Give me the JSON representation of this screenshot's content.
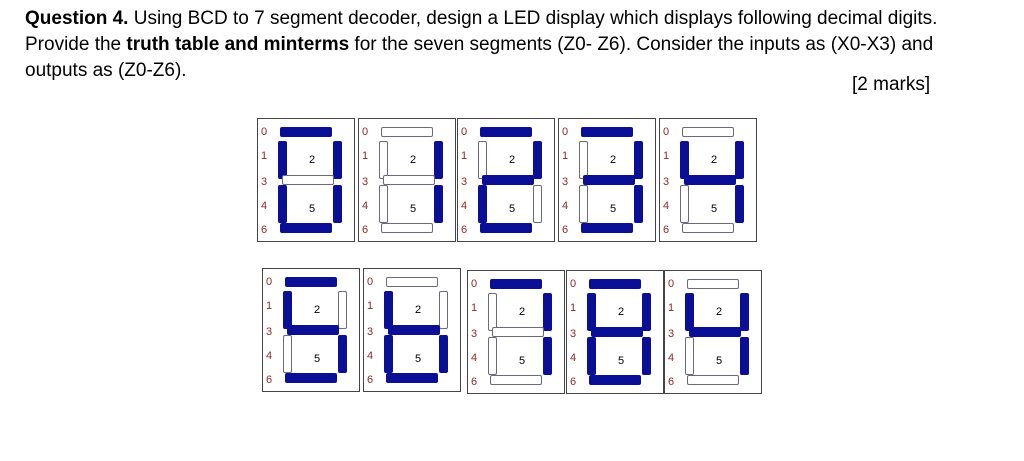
{
  "question": {
    "heading": "Question 4.",
    "line1_rest": " Using BCD to 7 segment decoder, design a LED display which displays following decimal digits.",
    "line2_start": "Provide the ",
    "line2_bold": "truth table and minterms",
    "line2_rest": " for the seven segments (Z0- Z6). Consider the inputs as (X0-X3) and",
    "line3": "outputs as (Z0-Z6).",
    "marks": "[2 marks]"
  },
  "segment_labels": {
    "top": "0",
    "upper_left": "1",
    "upper_right": "2",
    "middle": "3",
    "lower_left": "4",
    "lower_right": "5",
    "bottom": "6"
  },
  "displays": [
    {
      "digit": "0",
      "segments_on": [
        0,
        1,
        2,
        4,
        5,
        6
      ]
    },
    {
      "digit": "1",
      "segments_on": [
        2,
        5
      ]
    },
    {
      "digit": "2",
      "segments_on": [
        0,
        2,
        3,
        4,
        6
      ]
    },
    {
      "digit": "3",
      "segments_on": [
        0,
        2,
        3,
        5,
        6
      ]
    },
    {
      "digit": "4",
      "segments_on": [
        1,
        2,
        3,
        5
      ]
    },
    {
      "digit": "5",
      "segments_on": [
        0,
        1,
        3,
        5,
        6
      ]
    },
    {
      "digit": "6",
      "segments_on": [
        1,
        3,
        4,
        5,
        6
      ]
    },
    {
      "digit": "7",
      "segments_on": [
        0,
        2,
        5
      ]
    },
    {
      "digit": "8",
      "segments_on": [
        0,
        1,
        2,
        3,
        4,
        5,
        6
      ]
    },
    {
      "digit": "9",
      "segments_on": [
        1,
        2,
        3,
        5
      ]
    }
  ]
}
